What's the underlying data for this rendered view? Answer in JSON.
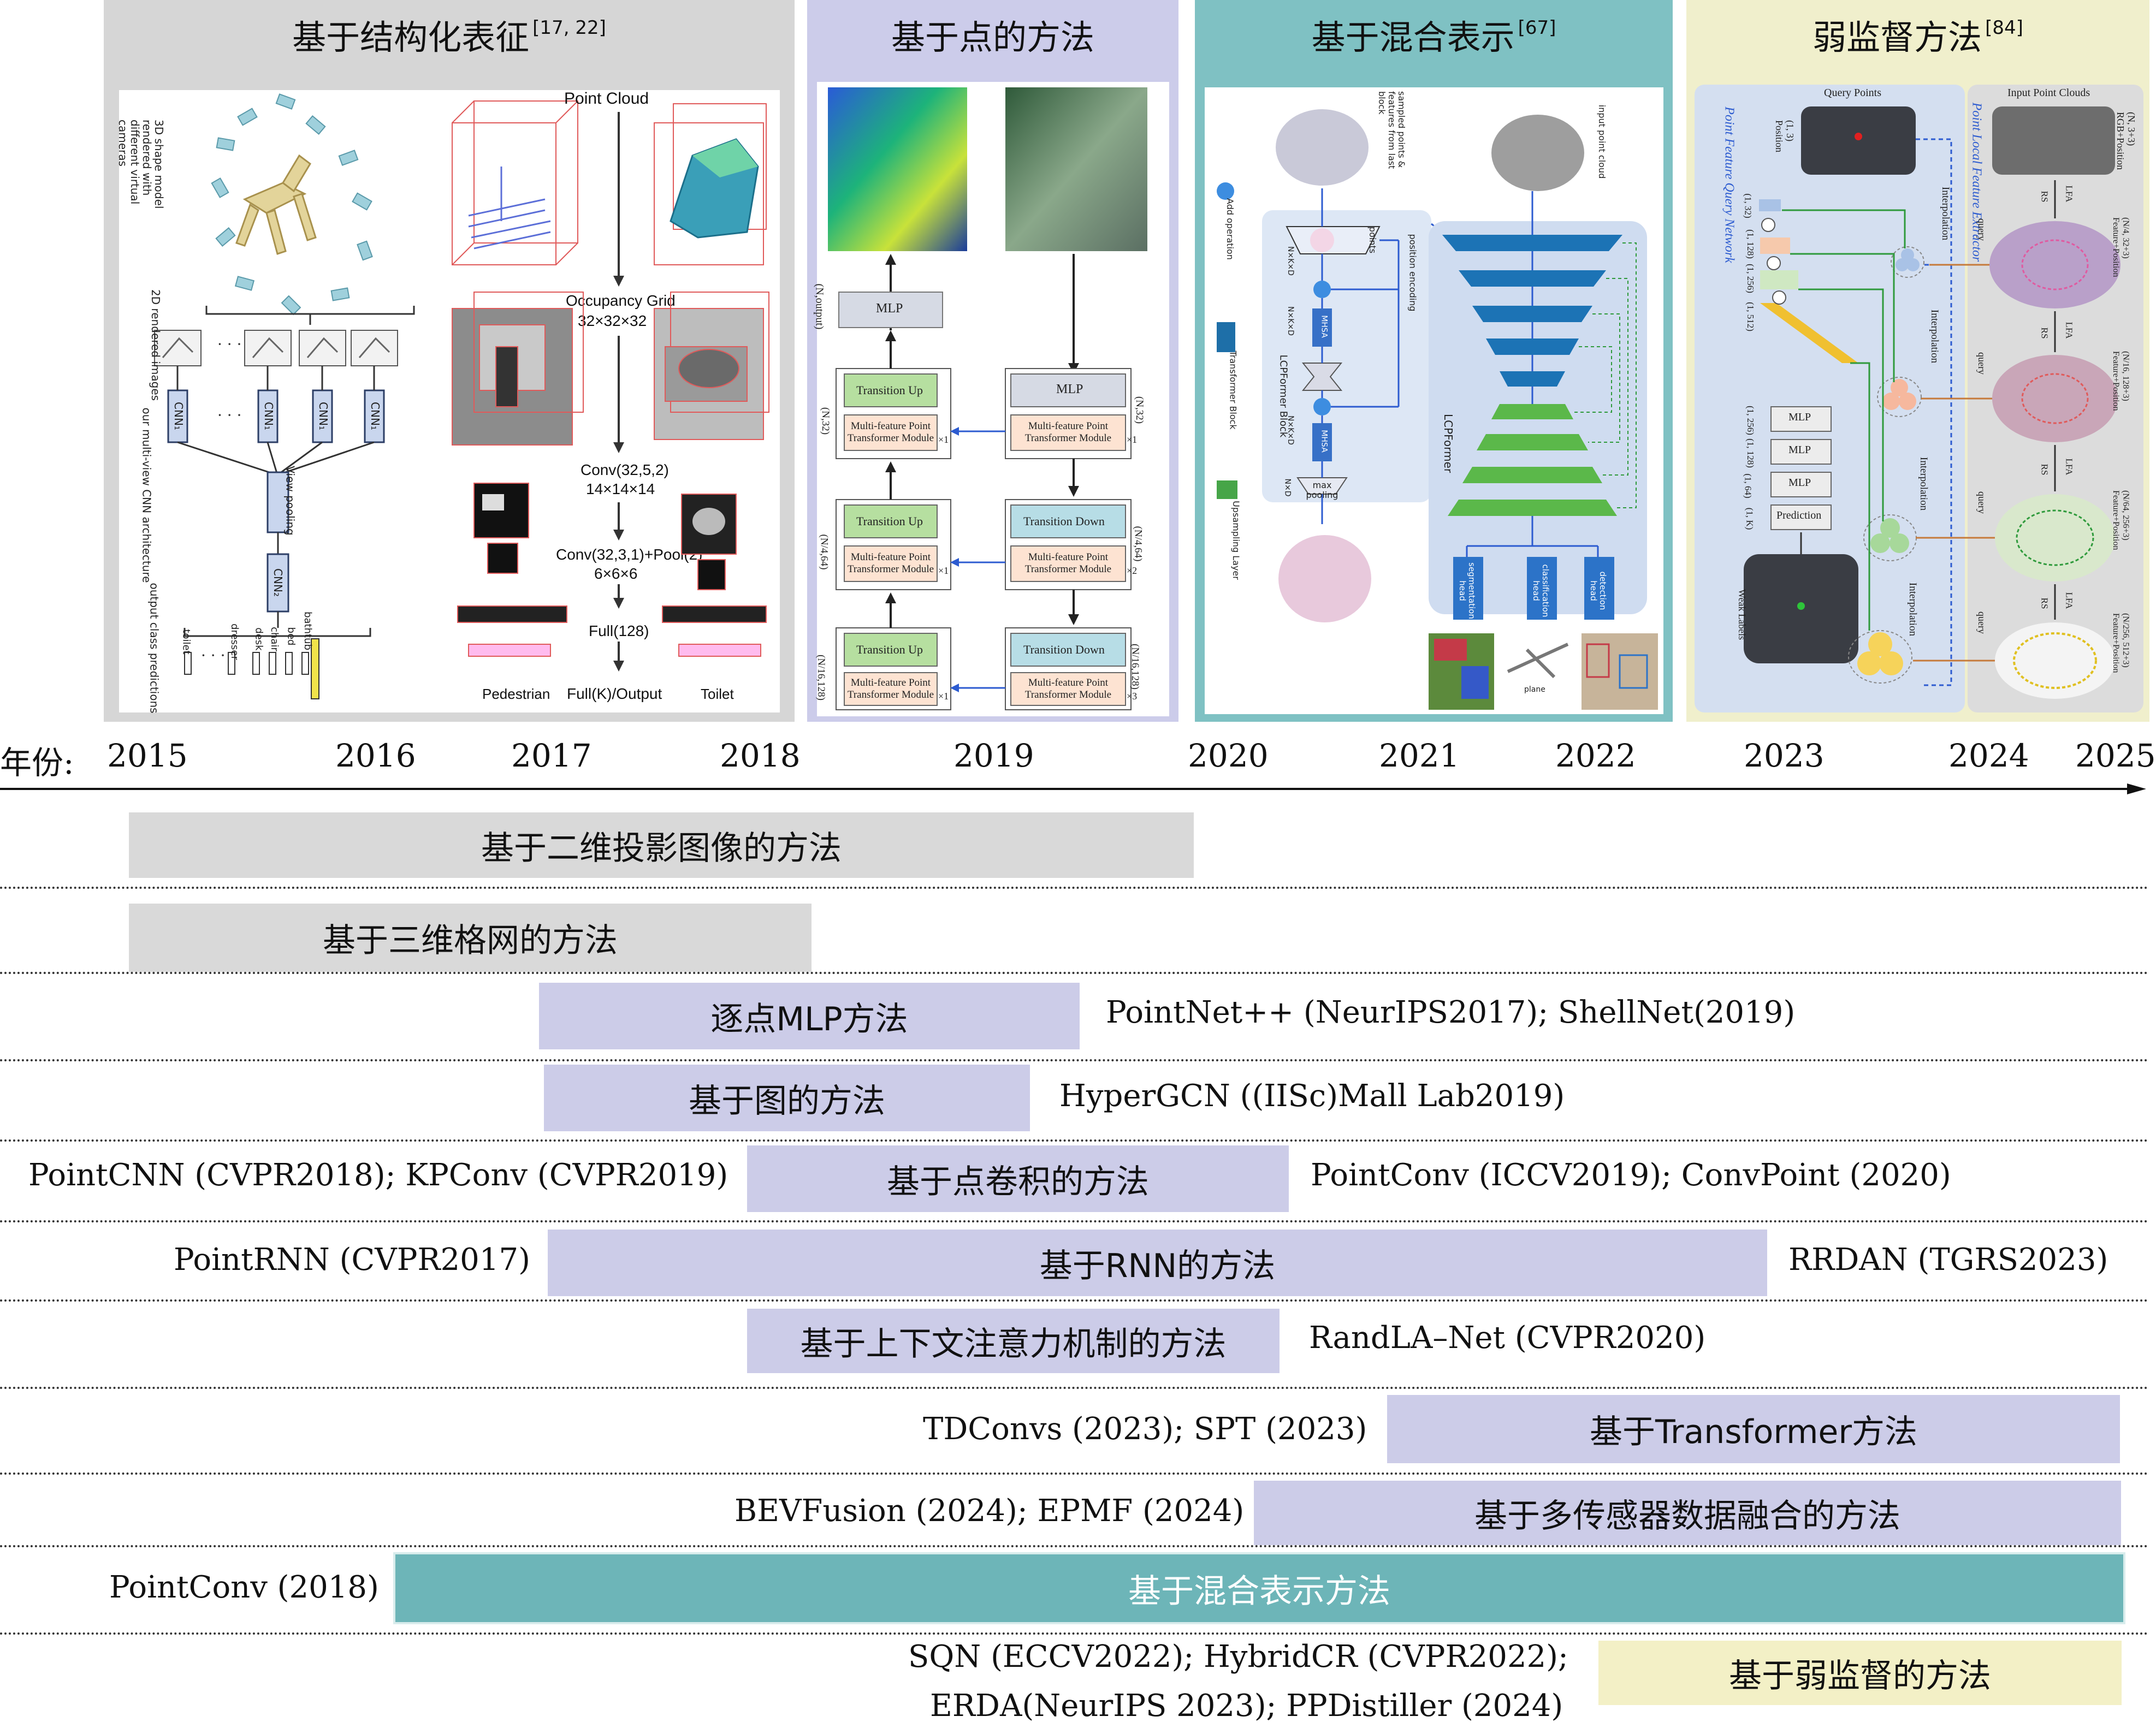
{
  "panels": {
    "structured": {
      "title": "基于结构化表征",
      "ref": "[17, 22]",
      "left_labels": [
        "3D shape model rendered with different virtual cameras",
        "2D rendered images",
        "our multi-view CNN architecture",
        "output class predictions"
      ],
      "cnn1": "CNN₁",
      "cnn2": "CNN₂",
      "view_pooling": "View pooling",
      "classes": [
        "toilet",
        "dresser",
        "desk",
        "chair",
        "bed",
        "bathtub"
      ],
      "flow": [
        "Point Cloud",
        "Occupancy Grid\n32×32×32",
        "Conv(32,5,2)\n14×14×14",
        "Conv(32,3,1)+Pool(2)\n6×6×6",
        "Full(128)",
        "Full(K)/Output"
      ],
      "pedestrian": "Pedestrian",
      "toilet": "Toilet"
    },
    "point": {
      "title": "基于点的方法",
      "mlp": "MLP",
      "output": "(N,output)",
      "up": "Transition Up",
      "down": "Transition Down",
      "module": "Multi-feature Point Transformer Module",
      "dims_left": [
        "(N,32)",
        "(N/4,64)",
        "(N/16,128)"
      ],
      "dims_right": [
        "(N,32)",
        "(N/4,64)",
        "(N/16,128)"
      ],
      "mult": [
        "×1",
        "×2",
        "×3"
      ]
    },
    "hybrid": {
      "title": "基于混合表示",
      "ref": "[67]",
      "sampled": "sampled points & features from last block",
      "points": "points",
      "pos_enc": "position encoding",
      "mhsa": "MHSA",
      "max_pool": "max pooling",
      "lcpformer_block": "LCPFormer Block",
      "lcpformer": "LCPFormer",
      "add_op": "Add operation",
      "transformer_block": "Transformer Block",
      "upsampling": "Upsampling Layer",
      "input_cloud": "input point cloud",
      "heads": [
        "segmentation head",
        "classification head",
        "detection head"
      ],
      "plane": "plane",
      "dims": [
        "N×K×D",
        "N×K×D",
        "N×K×D",
        "N×D"
      ]
    },
    "weak": {
      "title": "弱监督方法",
      "ref": "[84]",
      "query_points": "Query Points",
      "input_clouds": "Input Point Clouds",
      "pfqn": "Point Feature Query Network",
      "plfe": "Point Local Feature Extractor",
      "interpolation": "Interpolation",
      "query": "query",
      "lfa": "LFA",
      "rs": "RS",
      "mlp": "MLP",
      "prediction": "Prediction",
      "weak_labels": "Weak Labels",
      "pos_label": "(1, 3) Position",
      "rgb_label": "(N, 3+3) RGB+Position",
      "left_dims": [
        "(1, 32)",
        "(1, 128)",
        "(1, 256)",
        "(1, 512)"
      ],
      "mlp_dims": [
        "(1, 256)",
        "(1, 128)",
        "(1, 64)",
        "(1, K)"
      ],
      "right_dims": [
        "(N/4, 32+3) Feature+Position",
        "(N/16, 128+3) Feature+Position",
        "(N/64, 256+3) Feature+Position",
        "(N/256, 512+3) Feature+Position"
      ]
    }
  },
  "timeline": {
    "label": "年份:",
    "years": [
      "2015",
      "2016",
      "2017",
      "2018",
      "2019",
      "2020",
      "2021",
      "2022",
      "2023",
      "2024",
      "2025"
    ]
  },
  "rows": [
    {
      "id": "proj2d",
      "bar": "基于二维投影图像的方法"
    },
    {
      "id": "grid3d",
      "bar": "基于三维格网的方法"
    },
    {
      "id": "mlp",
      "bar": "逐点MLP方法",
      "right": "PointNet++ (NeurIPS2017); ShellNet(2019)"
    },
    {
      "id": "graph",
      "bar": "基于图的方法",
      "right": "HyperGCN ((IISc)Mall Lab2019)"
    },
    {
      "id": "conv",
      "bar": "基于点卷积的方法",
      "left": "PointCNN (CVPR2018);  KPConv (CVPR2019)",
      "right": "PointConv (ICCV2019); ConvPoint (2020)"
    },
    {
      "id": "rnn",
      "bar": "基于RNN的方法",
      "left": "PointRNN (CVPR2017)",
      "right": "RRDAN (TGRS2023)"
    },
    {
      "id": "attn",
      "bar": "基于上下文注意力机制的方法",
      "right": "RandLA–Net (CVPR2020)"
    },
    {
      "id": "transformer",
      "bar": "基于Transformer方法",
      "left": "TDConvs (2023); SPT (2023)"
    },
    {
      "id": "fusion",
      "bar": "基于多传感器数据融合的方法",
      "left": "BEVFusion (2024); EPMF (2024)"
    },
    {
      "id": "hybridrep",
      "bar": "基于混合表示方法",
      "left": "PointConv (2018)"
    },
    {
      "id": "weak",
      "bar": "基于弱监督的方法",
      "left1": "SQN (ECCV2022); HybridCR (CVPR2022);",
      "left2": "ERDA(NeurIPS 2023); PPDistiller (2024)"
    }
  ],
  "colors": {
    "gray": "#d9d9d9",
    "lavender": "#cccce8",
    "teal": "#6db5b8",
    "yellow": "#f3f0c6",
    "panel_gray": "#d6d6d6",
    "panel_lavender": "#ccccea",
    "panel_teal": "#7fc1c3",
    "panel_yellow": "#f0efcc"
  }
}
